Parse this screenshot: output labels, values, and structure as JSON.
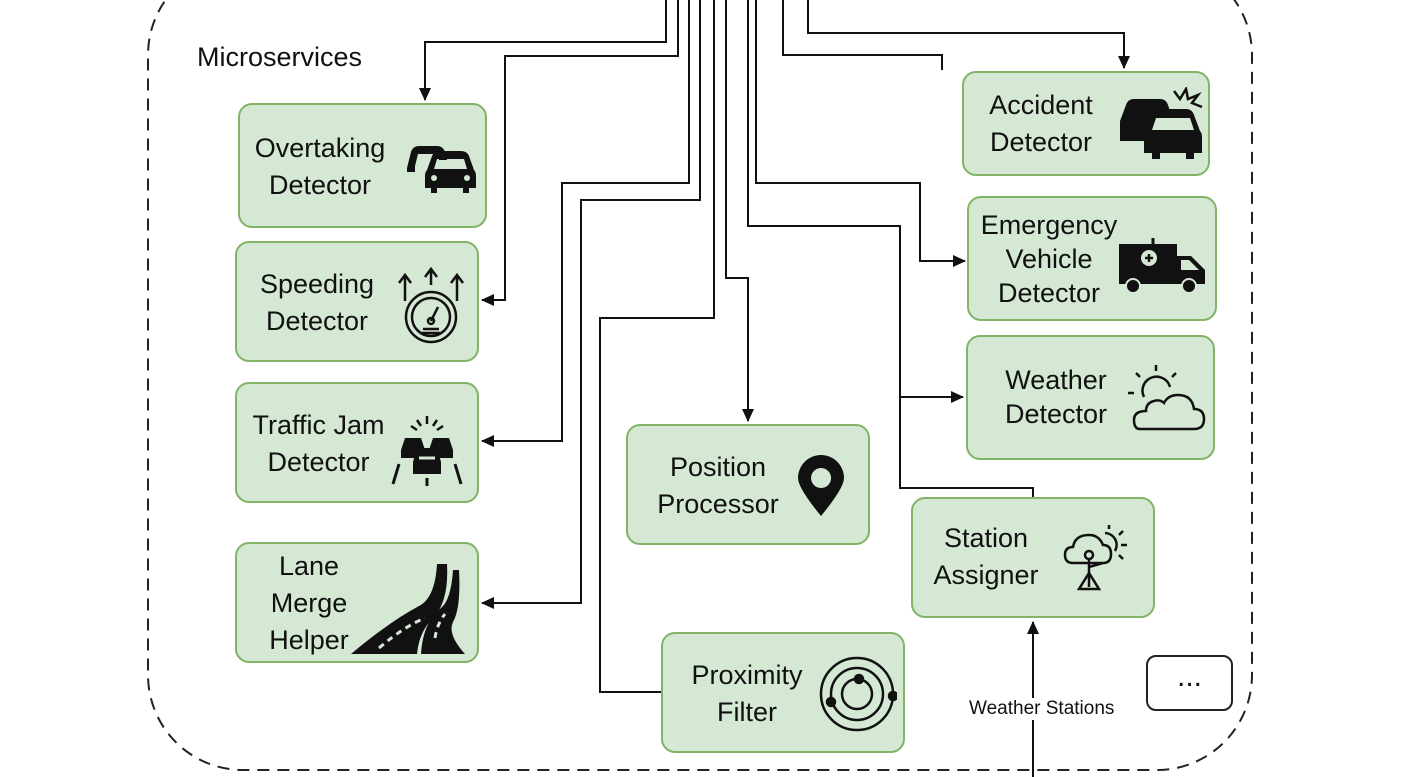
{
  "cluster": {
    "label": "Microservices"
  },
  "services": {
    "overtaking": {
      "lines": [
        "Overtaking",
        "Detector"
      ],
      "icon": "overtaking-cars-icon"
    },
    "speeding": {
      "lines": [
        "Speeding",
        "Detector"
      ],
      "icon": "speedometer-icon"
    },
    "traffic_jam": {
      "lines": [
        "Traffic Jam",
        "Detector"
      ],
      "icon": "traffic-jam-icon"
    },
    "lane_merge": {
      "lines": [
        "Lane",
        "Merge",
        "Helper"
      ],
      "icon": "lane-merge-road-icon"
    },
    "accident": {
      "lines": [
        "Accident",
        "Detector"
      ],
      "icon": "car-crash-icon"
    },
    "emergency": {
      "lines": [
        "Emergency",
        "Vehicle",
        "Detector"
      ],
      "icon": "ambulance-icon"
    },
    "weather": {
      "lines": [
        "Weather",
        "Detector"
      ],
      "icon": "sun-cloud-icon"
    },
    "position": {
      "lines": [
        "Position",
        "Processor"
      ],
      "icon": "map-pin-icon"
    },
    "station": {
      "lines": [
        "Station",
        "Assigner"
      ],
      "icon": "weather-station-icon"
    },
    "proximity": {
      "lines": [
        "Proximity",
        "Filter"
      ],
      "icon": "radar-icon"
    }
  },
  "external": {
    "weather_stations": "Weather Stations",
    "more": "..."
  },
  "colors": {
    "box_fill": "#d5e8d4",
    "box_stroke": "#82b366",
    "line": "#111111"
  }
}
